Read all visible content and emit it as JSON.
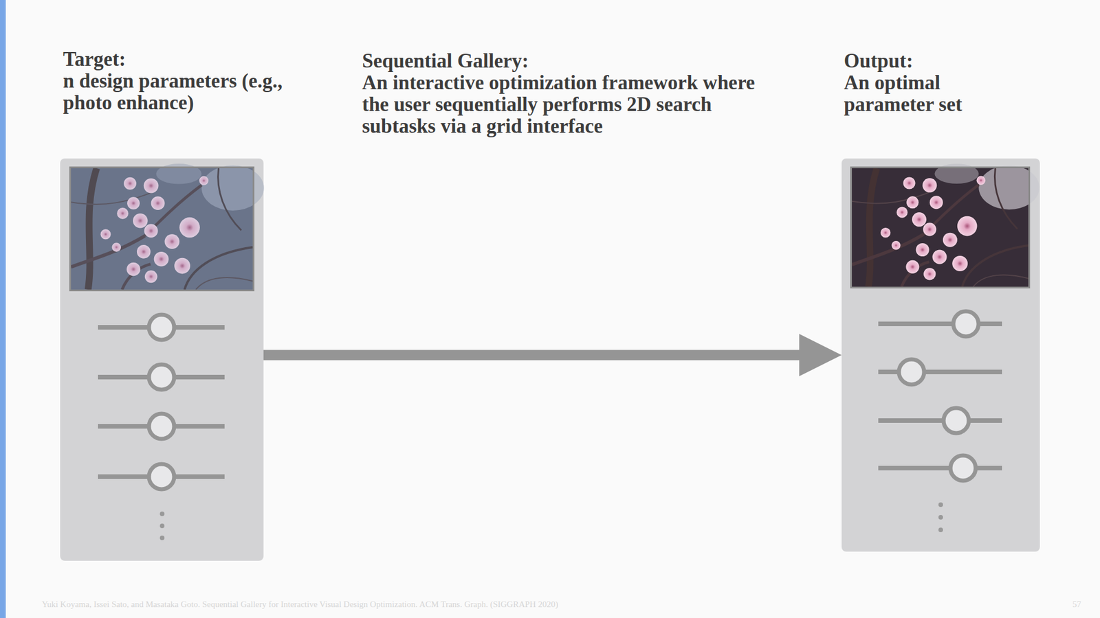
{
  "diagram": {
    "nodes": [
      {
        "text": [
          "Target:",
          "n design parameters (e.g., photo enhance)"
        ]
      },
      {
        "text": [
          "Output:",
          "An optimal parameter set"
        ]
      }
    ],
    "edges": [
      {
        "from": 0,
        "to": 1,
        "arrow": "to"
      }
    ],
    "labels": [
      "Sequential Gallery:",
      "An interactive optimization framework where the user sequentially performs 2D search subtasks via a grid interface",
      "Yuki Koyama, Issei Sato, and Masataka Goto. Sequential Gallery for Interactive Visual Design Optimization. ACM Trans. Graph. (SIGGRAPH 2020)",
      "57"
    ]
  }
}
